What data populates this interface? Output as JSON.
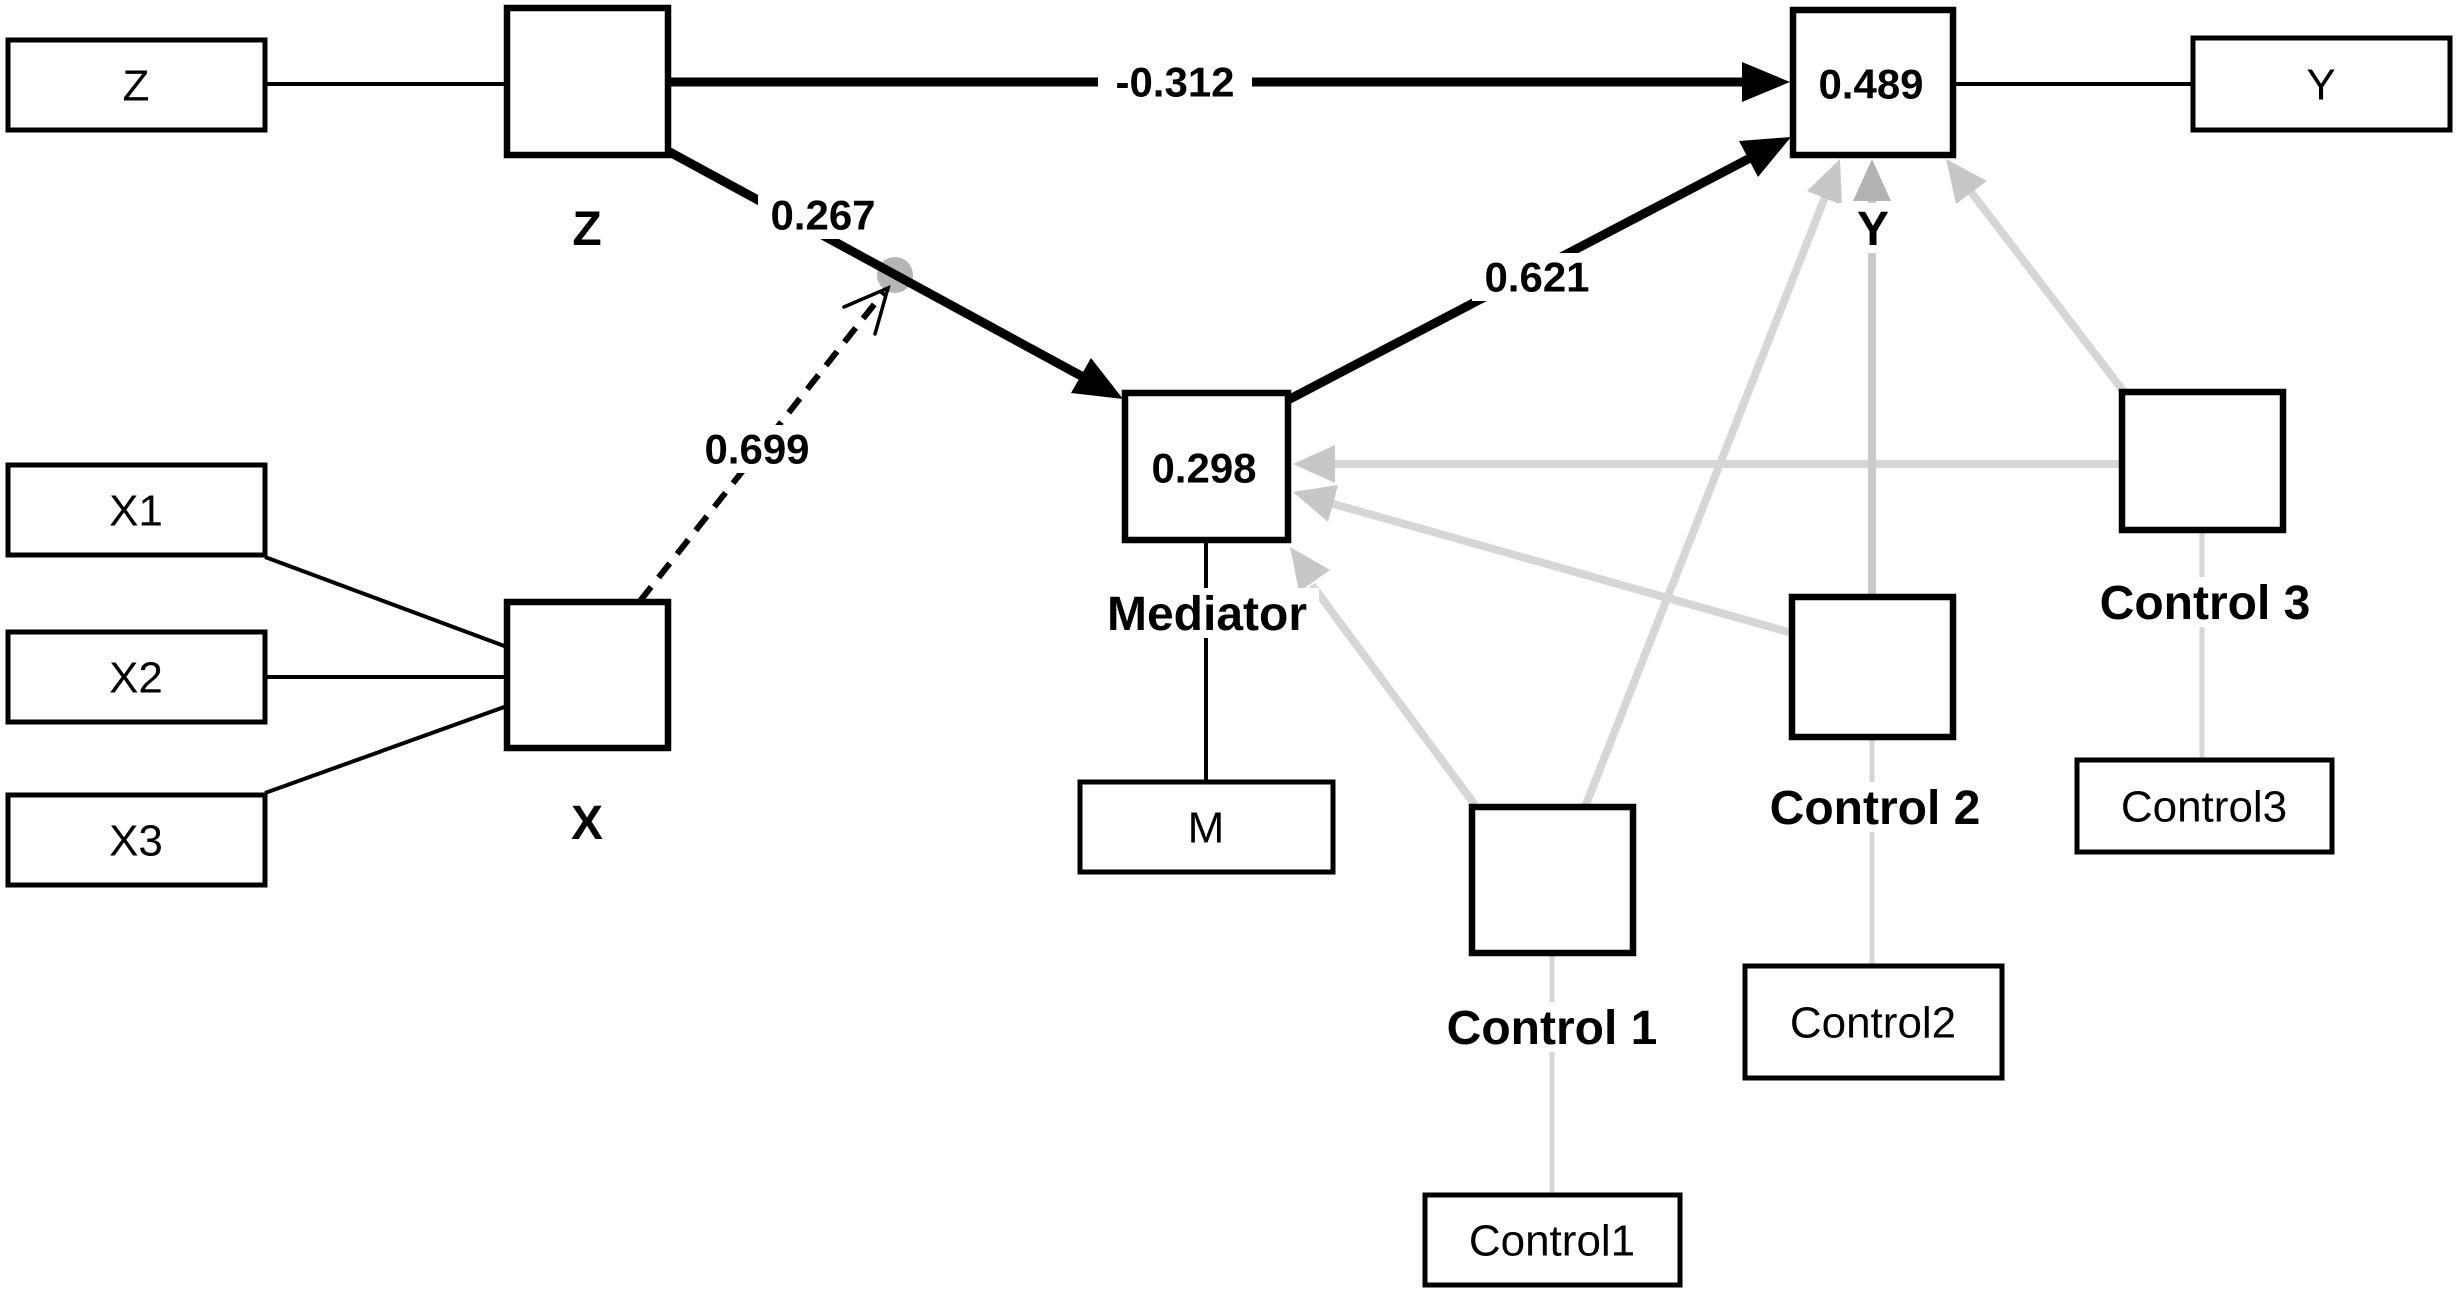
{
  "colors": {
    "ink": "#000000",
    "ctrl": "#d6d6d6",
    "ctrl-head": "#c7c7c7",
    "ctrl2": "#c9c9c9",
    "ctrl2-head": "#b3b3b3",
    "dot": "#b5b5b5",
    "bg": "#ffffff"
  },
  "latents": {
    "z": {
      "label": "Z"
    },
    "x": {
      "label": "X"
    },
    "mediator": {
      "label": "Mediator",
      "value": "0.298"
    },
    "y": {
      "label": "Y",
      "value": "0.489"
    },
    "control1": {
      "label": "Control 1"
    },
    "control2": {
      "label": "Control 2"
    },
    "control3": {
      "label": "Control 3"
    }
  },
  "indicators": {
    "z": "Z",
    "x1": "X1",
    "x2": "X2",
    "x3": "X3",
    "m": "M",
    "y": "Y",
    "control1": "Control1",
    "control2": "Control2",
    "control3": "Control3"
  },
  "paths": {
    "z_to_y": {
      "label": "-0.312"
    },
    "z_to_mediator": {
      "label": "0.267"
    },
    "mediator_to_y": {
      "label": "0.621"
    },
    "x_moderation": {
      "label": "0.699"
    }
  }
}
